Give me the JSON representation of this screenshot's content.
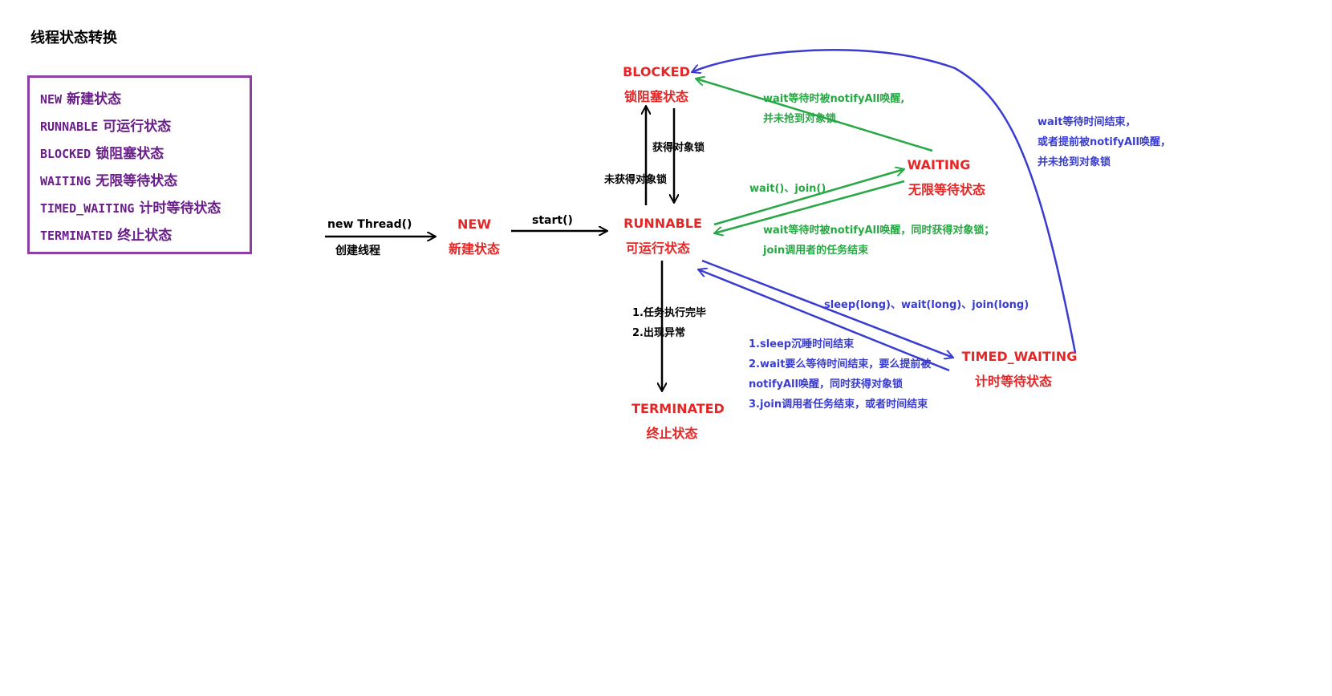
{
  "title": "线程状态转换",
  "legend": [
    {
      "code": "NEW",
      "label": "新建状态"
    },
    {
      "code": "RUNNABLE",
      "label": "可运行状态"
    },
    {
      "code": "BLOCKED",
      "label": "锁阻塞状态"
    },
    {
      "code": "WAITING",
      "label": "无限等待状态"
    },
    {
      "code": "TIMED_WAITING",
      "label": "计时等待状态"
    },
    {
      "code": "TERMINATED",
      "label": "终止状态"
    }
  ],
  "states": {
    "new": {
      "name": "NEW",
      "cn": "新建状态"
    },
    "runnable": {
      "name": "RUNNABLE",
      "cn": "可运行状态"
    },
    "blocked": {
      "name": "BLOCKED",
      "cn": "锁阻塞状态"
    },
    "waiting": {
      "name": "WAITING",
      "cn": "无限等待状态"
    },
    "timed_waiting": {
      "name": "TIMED_WAITING",
      "cn": "计时等待状态"
    },
    "terminated": {
      "name": "TERMINATED",
      "cn": "终止状态"
    }
  },
  "labels": {
    "new_thread": "new Thread()",
    "create_thread": "创建线程",
    "start": "start()",
    "get_lock": "获得对象锁",
    "not_get_lock": "未获得对象锁",
    "term_1": "1.任务执行完毕",
    "term_2": "2.出现异常",
    "wait_to_blocked_1": "wait等待时被notifyAll唤醒,",
    "wait_to_blocked_2": "并未抢到对象锁",
    "wait_join": "wait()、join()",
    "wait_to_run_1": "wait等待时被notifyAll唤醒，同时获得对象锁；",
    "wait_to_run_2": "join调用者的任务结束",
    "timed_to_blocked_1": "wait等待时间结束，",
    "timed_to_blocked_2": "或者提前被notifyAll唤醒，",
    "timed_to_blocked_3": "并未抢到对象锁",
    "sleep_wait_join": "sleep(long)、wait(long)、join(long)",
    "timed_to_run_1": "1.sleep沉睡时间结束",
    "timed_to_run_2": "2.wait要么等待时间结束，要么提前被",
    "timed_to_run_3": "notifyAll唤醒，同时获得对象锁",
    "timed_to_run_4": "3.join调用者任务结束，或者时间结束"
  },
  "colors": {
    "legend_border": "#8e3fa6",
    "legend_text": "#6a1e8a",
    "state": "#e52626",
    "green": "#28a745",
    "blue": "#3a3ccf",
    "black": "#000000"
  }
}
